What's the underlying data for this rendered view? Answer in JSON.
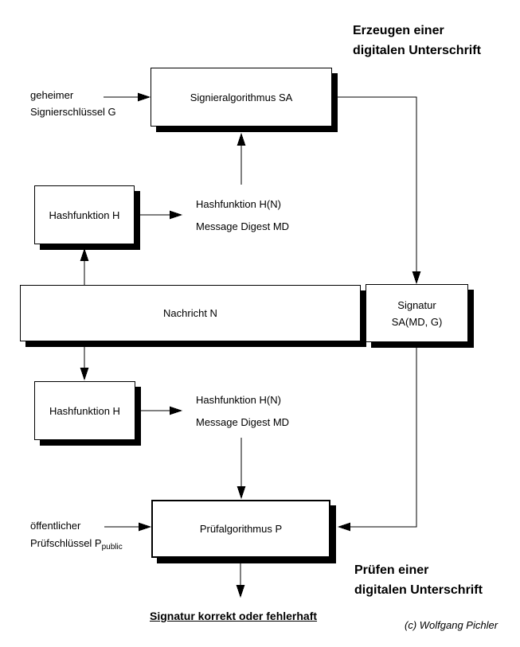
{
  "page": {
    "background_color": "#ffffff",
    "ink_color": "#000000"
  },
  "titles": {
    "create_line1": "Erzeugen einer",
    "create_line2": "digitalen Unterschrift",
    "verify_line1": "Prüfen einer",
    "verify_line2": "digitalen Unterschrift"
  },
  "boxes": {
    "signier_label": "Signieralgorithmus SA",
    "hash_top_label": "Hashfunktion H",
    "nachricht_label": "Nachricht N",
    "signatur_line1": "Signatur",
    "signatur_line2": "SA(MD, G)",
    "hash_bottom_label": "Hashfunktion H",
    "pruef_label": "Prüfalgorithmus P"
  },
  "labels": {
    "geheimer_line1": "geheimer",
    "geheimer_line2": "Signierschlüssel G",
    "hash_md_top_line1": "Hashfunktion H(N)",
    "hash_md_top_line2": "Message Digest MD",
    "hash_md_bottom_line1": "Hashfunktion H(N)",
    "hash_md_bottom_line2": "Message Digest MD",
    "oeffentlicher_line1": "öffentlicher",
    "oeffentlicher_line2": "Prüfschlüssel P",
    "oeffentlicher_subscript": "public",
    "result": "Signatur korrekt oder fehlerhaft",
    "copyright": "(c) Wolfgang Pichler"
  }
}
